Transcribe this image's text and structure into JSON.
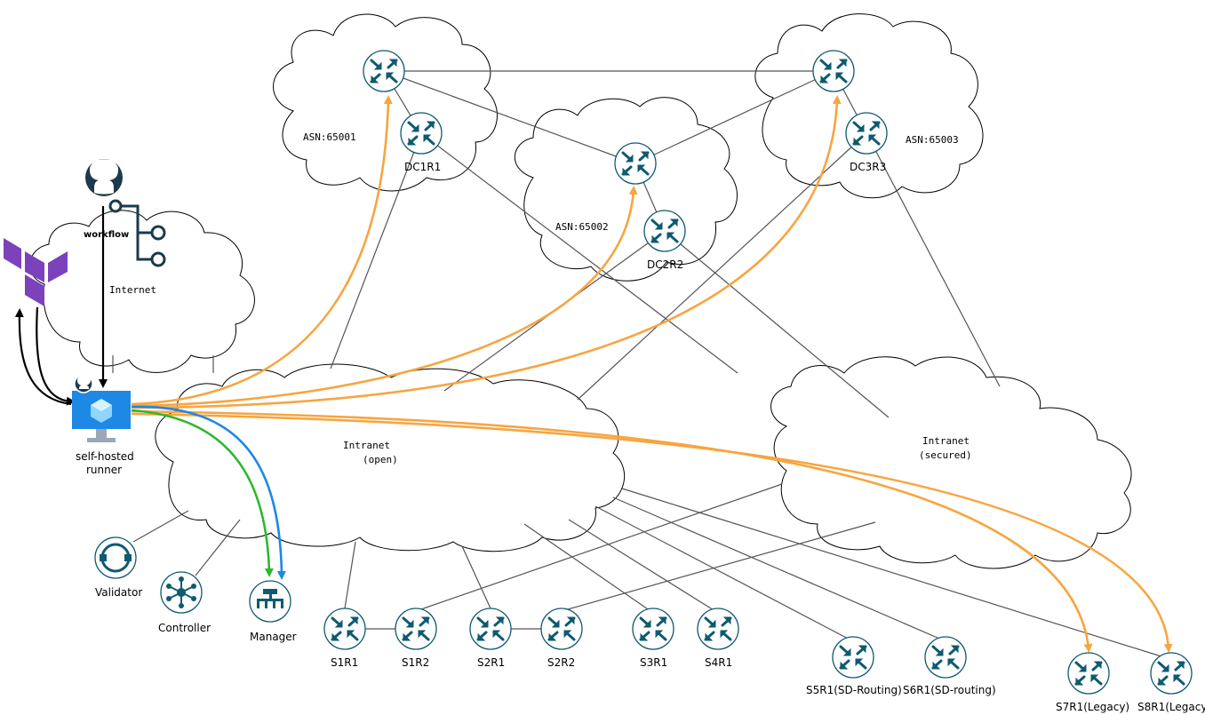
{
  "clouds": {
    "asn1": "ASN:65001",
    "asn2": "ASN:65002",
    "asn3": "ASN:65003",
    "internet": "Internet",
    "intranet_open_1": "Intranet",
    "intranet_open_2": "(open)",
    "intranet_sec_1": "Intranet",
    "intranet_sec_2": "(secured)"
  },
  "nodes": {
    "dc1r1": "DC1R1",
    "dc2r2": "DC2R2",
    "dc3r3": "DC3R3",
    "s1r1": "S1R1",
    "s1r2": "S1R2",
    "s2r1": "S2R1",
    "s2r2": "S2R2",
    "s3r1": "S3R1",
    "s4r1": "S4R1",
    "s5r1": "S5R1(SD-Routing)",
    "s6r1": "S6R1(SD-routing)",
    "s7r1": "S7R1(Legacy)",
    "s8r1": "S8R1(Legacy)",
    "validator": "Validator",
    "controller": "Controller",
    "manager": "Manager",
    "runner_1": "self-hosted",
    "runner_2": "runner",
    "workflow": "workflow"
  },
  "icons": {
    "router": "router-icon",
    "github": "github-icon",
    "terraform": "terraform-icon",
    "vm": "virtual-machine-icon"
  },
  "colors": {
    "router_fill": "#ffffff",
    "router_stroke": "#0e5a70",
    "link_gray": "#555555",
    "ansible_orange": "#f7a541",
    "green": "#2db82d",
    "blue": "#1e88e5",
    "terraform_purple": "#7b42bc",
    "vm_blue": "#1e88e5"
  }
}
